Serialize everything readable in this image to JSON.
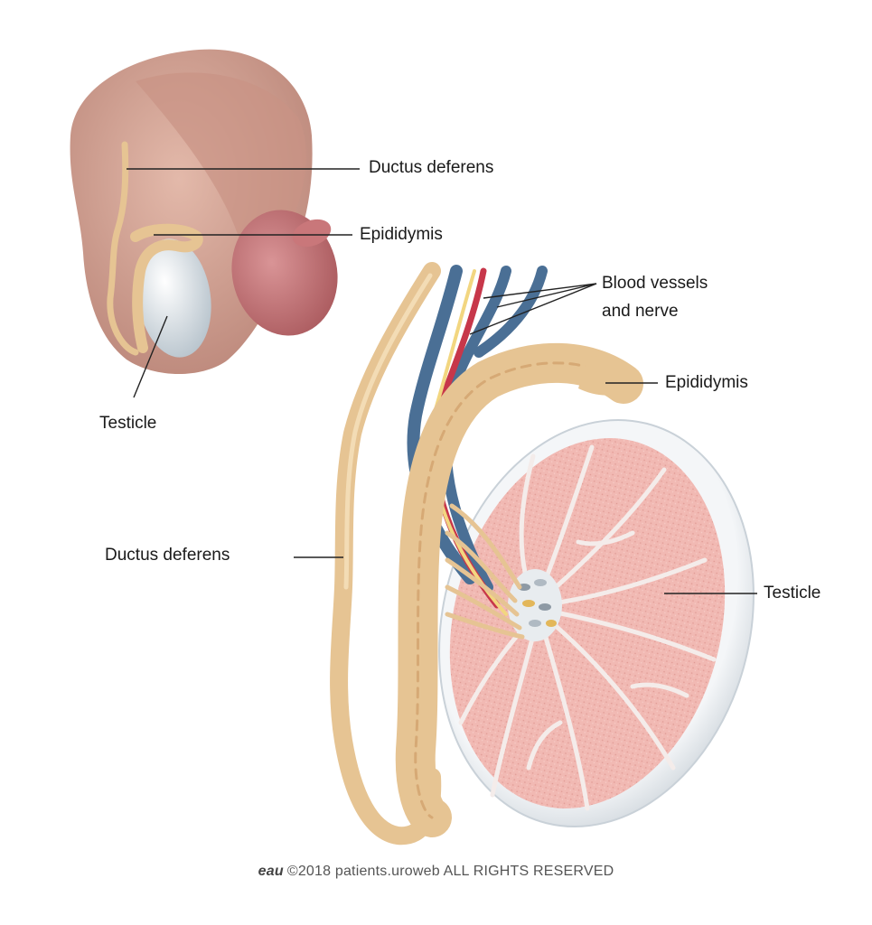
{
  "labels": {
    "ductus_top": "Ductus deferens",
    "epididymis_top": "Epididymis",
    "testicle_top": "Testicle",
    "blood_vessels_line1": "Blood vessels",
    "blood_vessels_line2": "and nerve",
    "epididymis_right": "Epididymis",
    "ductus_bottom": "Ductus deferens",
    "testicle_right": "Testicle"
  },
  "footer": {
    "logo": "eau",
    "copyright": "©2018 patients.uroweb ALL RIGHTS RESERVED"
  },
  "colors": {
    "skin": "#d6a697",
    "glans": "#c67d7e",
    "epididymis": "#e6c493",
    "testis_tissue": "#f1b9b3",
    "vein": "#4a6f95",
    "artery": "#c7374a",
    "nerve": "#f2d680",
    "testis_shell": "#e8ecef"
  }
}
